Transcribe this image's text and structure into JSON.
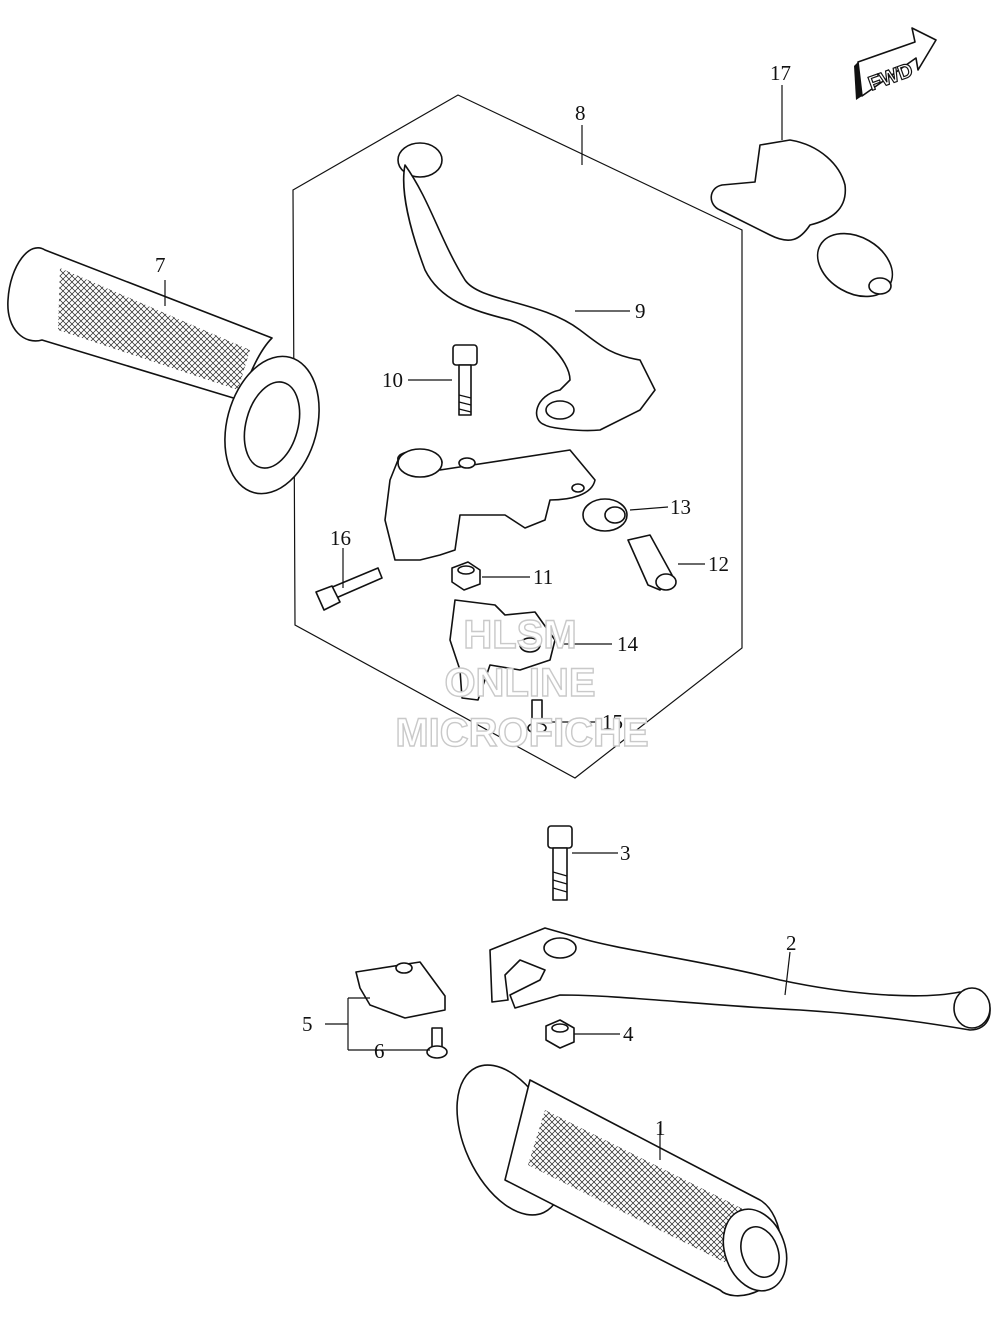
{
  "diagram": {
    "fwd_label": "FWD",
    "callouts": {
      "c1": "1",
      "c2": "2",
      "c3": "3",
      "c4": "4",
      "c5": "5",
      "c6": "6",
      "c7": "7",
      "c8": "8",
      "c9": "9",
      "c10": "10",
      "c11": "11",
      "c12": "12",
      "c13": "13",
      "c14": "14",
      "c15": "15",
      "c16": "16",
      "c17": "17"
    },
    "watermark": {
      "line1": "HLSM",
      "line2": "ONLINE",
      "line3": "MICROFICHE"
    }
  }
}
